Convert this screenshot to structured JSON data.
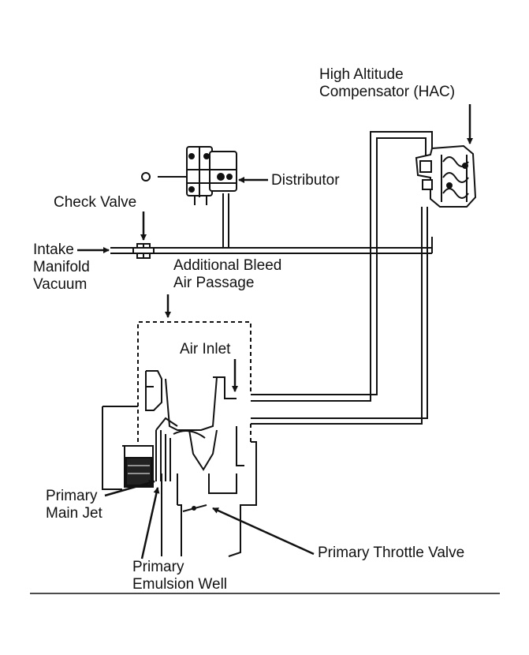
{
  "labels": {
    "hac_line1": "High Altitude",
    "hac_line2": "Compensator (HAC)",
    "distributor": "Distributor",
    "check_valve": "Check Valve",
    "intake_line1": "Intake",
    "intake_line2": "Manifold",
    "intake_line3": "Vacuum",
    "bleed_line1": "Additional Bleed",
    "bleed_line2": "Air Passage",
    "air_inlet": "Air Inlet",
    "main_jet_line1": "Primary",
    "main_jet_line2": "Main Jet",
    "throttle_valve": "Primary Throttle Valve",
    "emulsion_line1": "Primary",
    "emulsion_line2": "Emulsion Well"
  }
}
